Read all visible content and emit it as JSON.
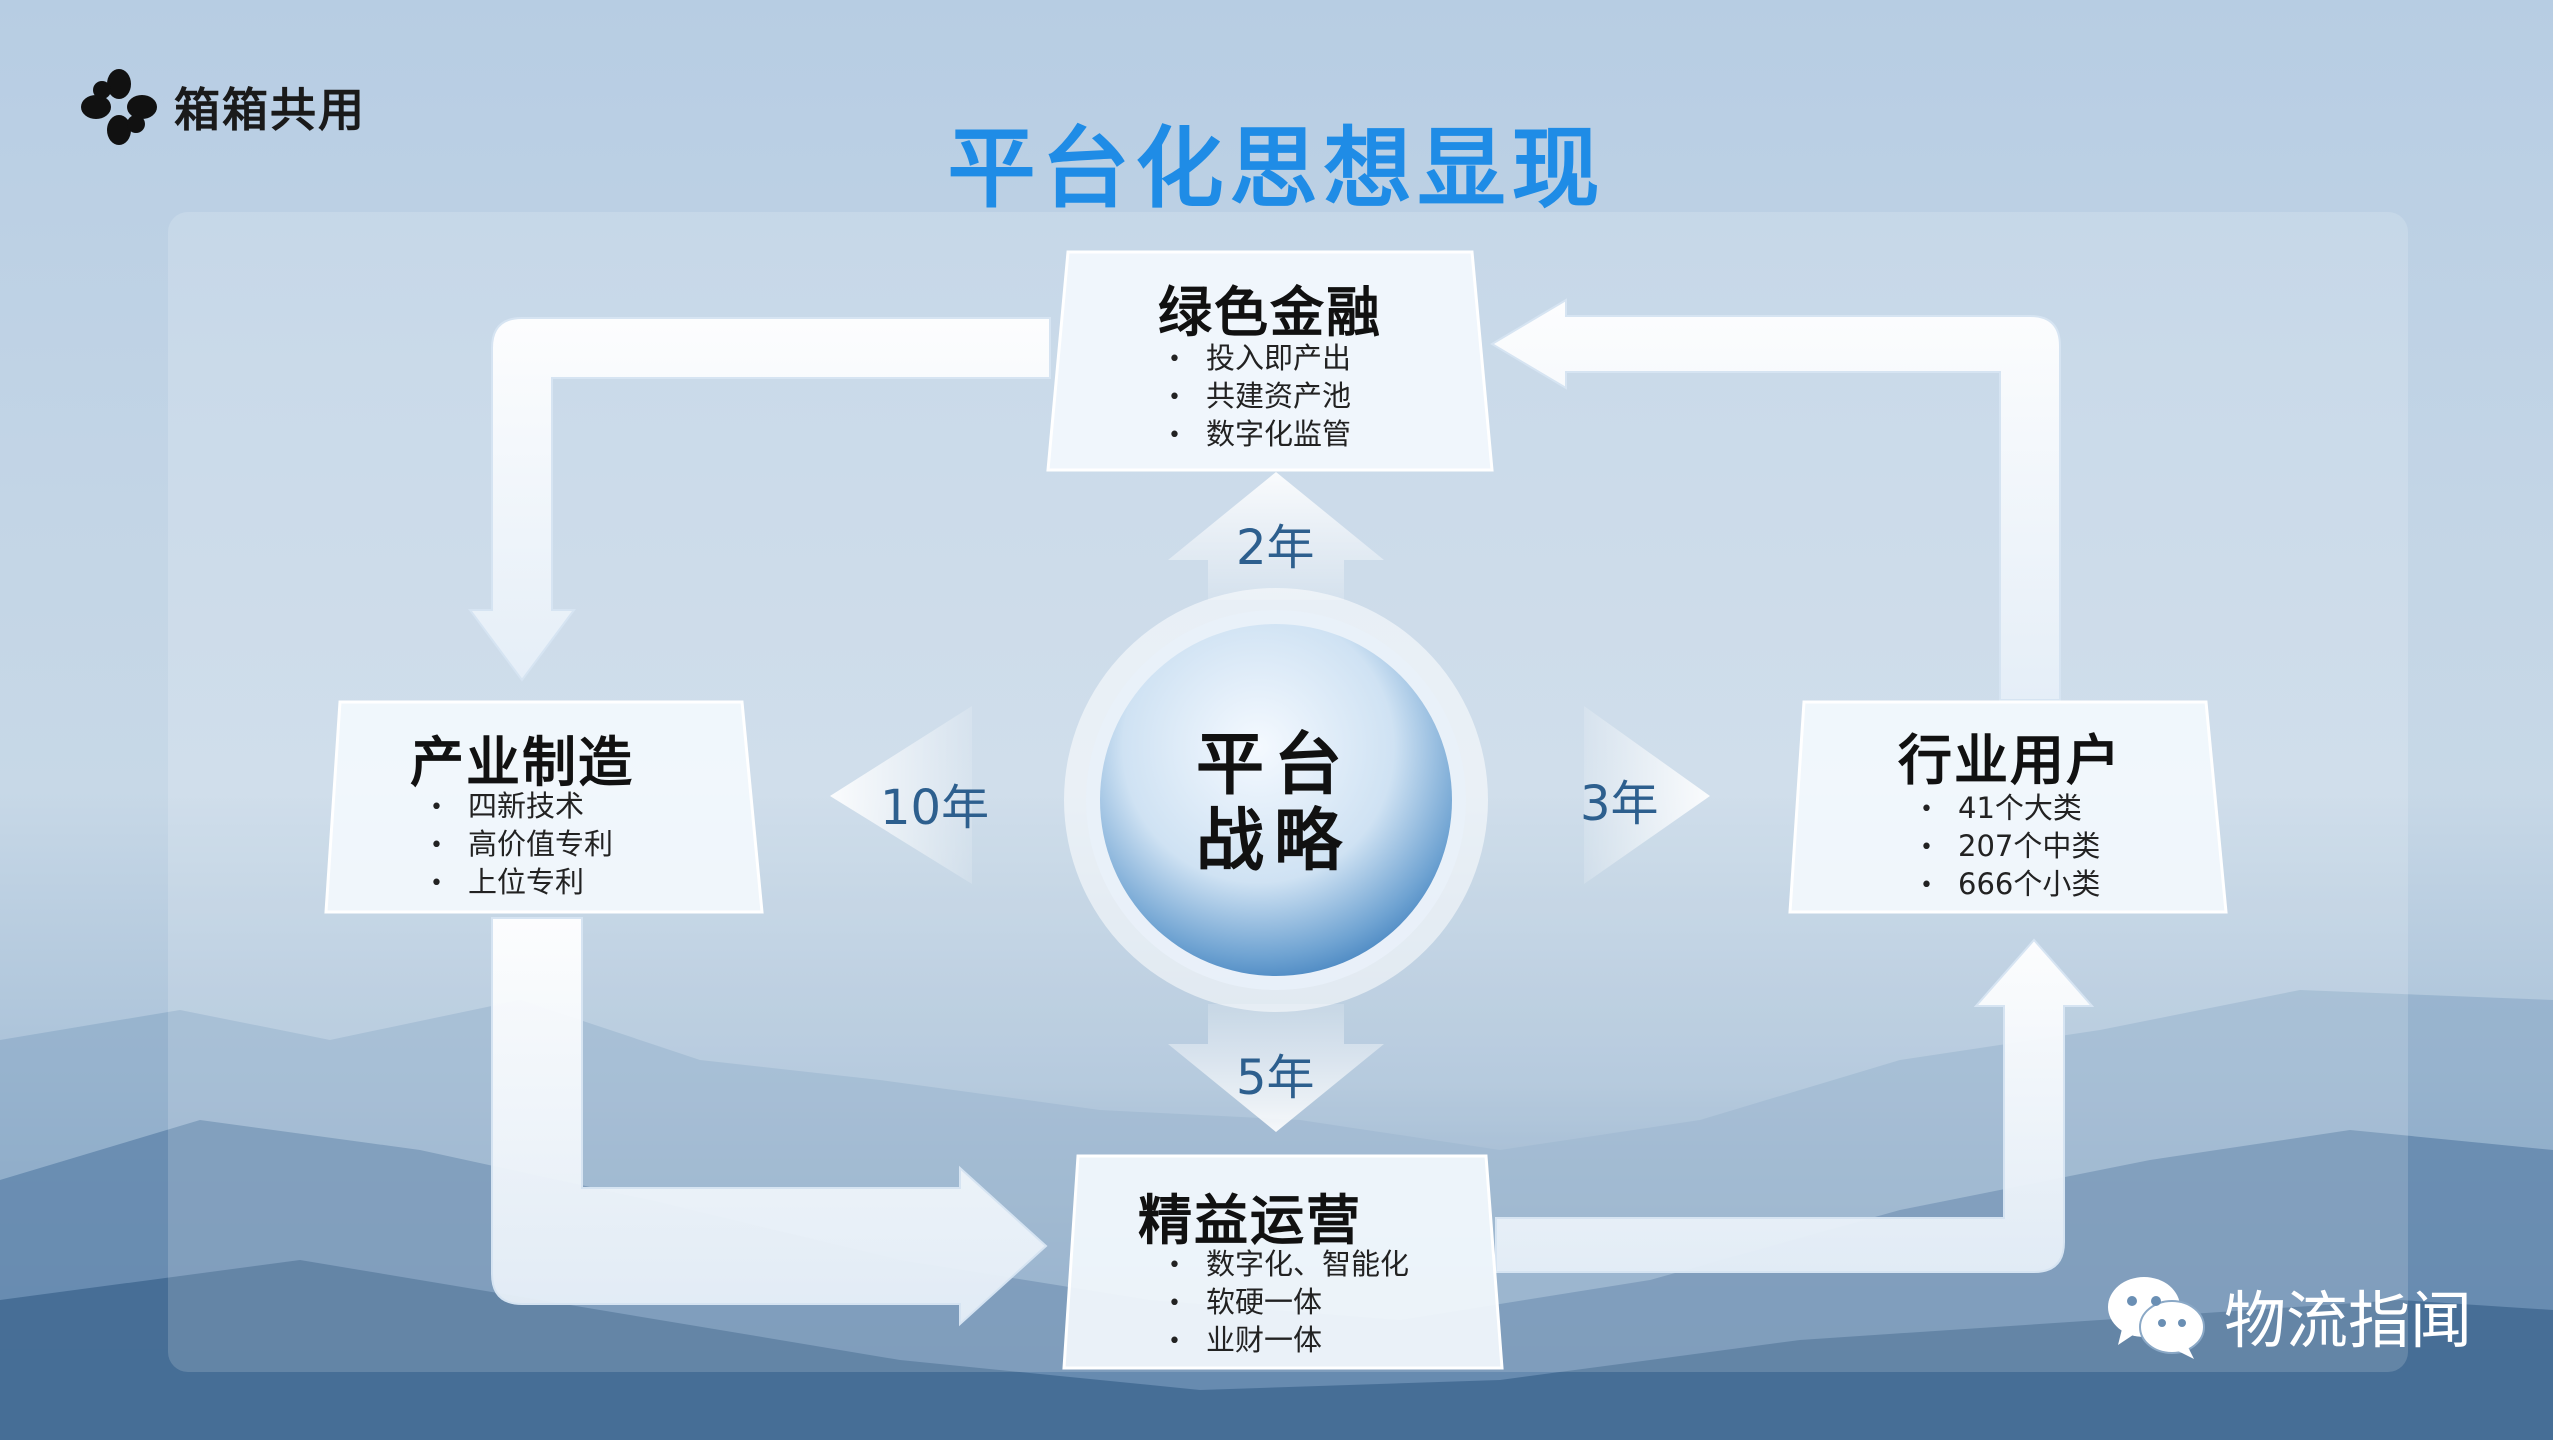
{
  "brand": {
    "name": "箱箱共用"
  },
  "title": "平台化思想显现",
  "center": {
    "line1": "平台",
    "line2": "战略"
  },
  "boxes": {
    "top": {
      "title": "绿色金融",
      "items": [
        "投入即产出",
        "共建资产池",
        "数字化监管"
      ]
    },
    "left": {
      "title": "产业制造",
      "items": [
        "四新技术",
        "高价值专利",
        "上位专利"
      ]
    },
    "right": {
      "title": "行业用户",
      "items": [
        "41个大类",
        "207个中类",
        "666个小类"
      ]
    },
    "bottom": {
      "title": "精益运营",
      "items": [
        "数字化、智能化",
        "软硬一体",
        "业财一体"
      ]
    }
  },
  "years": {
    "up": "2年",
    "left": "10年",
    "right": "3年",
    "down": "5年"
  },
  "watermark": {
    "text": "物流指闻",
    "icon": "wechat-icon"
  },
  "colors": {
    "title": "#1f8ce6",
    "year": "#2d5f8e"
  }
}
